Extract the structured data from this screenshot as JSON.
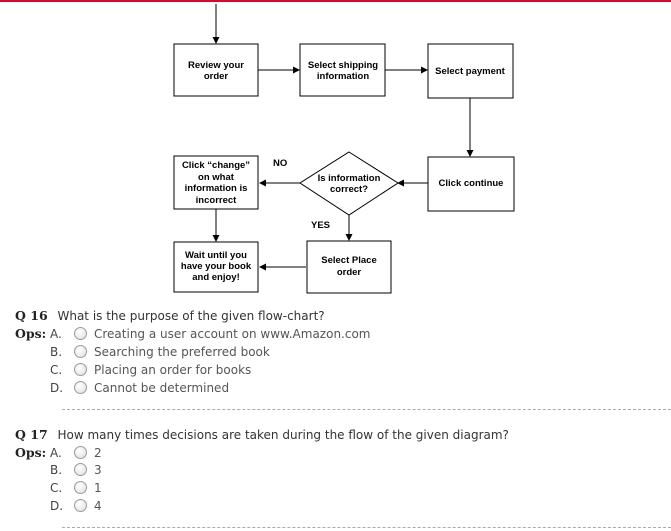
{
  "flowchart": {
    "review": [
      "Review your",
      "order"
    ],
    "shipping": [
      "Select shipping",
      "information"
    ],
    "payment": "Select payment",
    "continue": "Click continue",
    "decision": [
      "Is information",
      "correct?"
    ],
    "change": [
      "Click “change”",
      "on what",
      "information is",
      "incorrect"
    ],
    "place": [
      "Select Place",
      "order"
    ],
    "wait": [
      "Wait until you",
      "have your book",
      "and enjoy!"
    ],
    "no_label": "NO",
    "yes_label": "YES"
  },
  "questions": [
    {
      "number": "Q 16",
      "text": "What is the purpose of the given flow-chart?",
      "ops_label": "Ops:",
      "options": [
        {
          "letter": "A.",
          "text": "Creating a user account on www.Amazon.com"
        },
        {
          "letter": "B.",
          "text": "Searching the preferred book"
        },
        {
          "letter": "C.",
          "text": "Placing an order for books"
        },
        {
          "letter": "D.",
          "text": "Cannot be determined"
        }
      ]
    },
    {
      "number": "Q 17",
      "text": "How many times decisions are taken during the flow of the given diagram?",
      "ops_label": "Ops:",
      "options": [
        {
          "letter": "A.",
          "text": "2"
        },
        {
          "letter": "B.",
          "text": "3"
        },
        {
          "letter": "C.",
          "text": "1"
        },
        {
          "letter": "D.",
          "text": "4"
        }
      ]
    }
  ]
}
